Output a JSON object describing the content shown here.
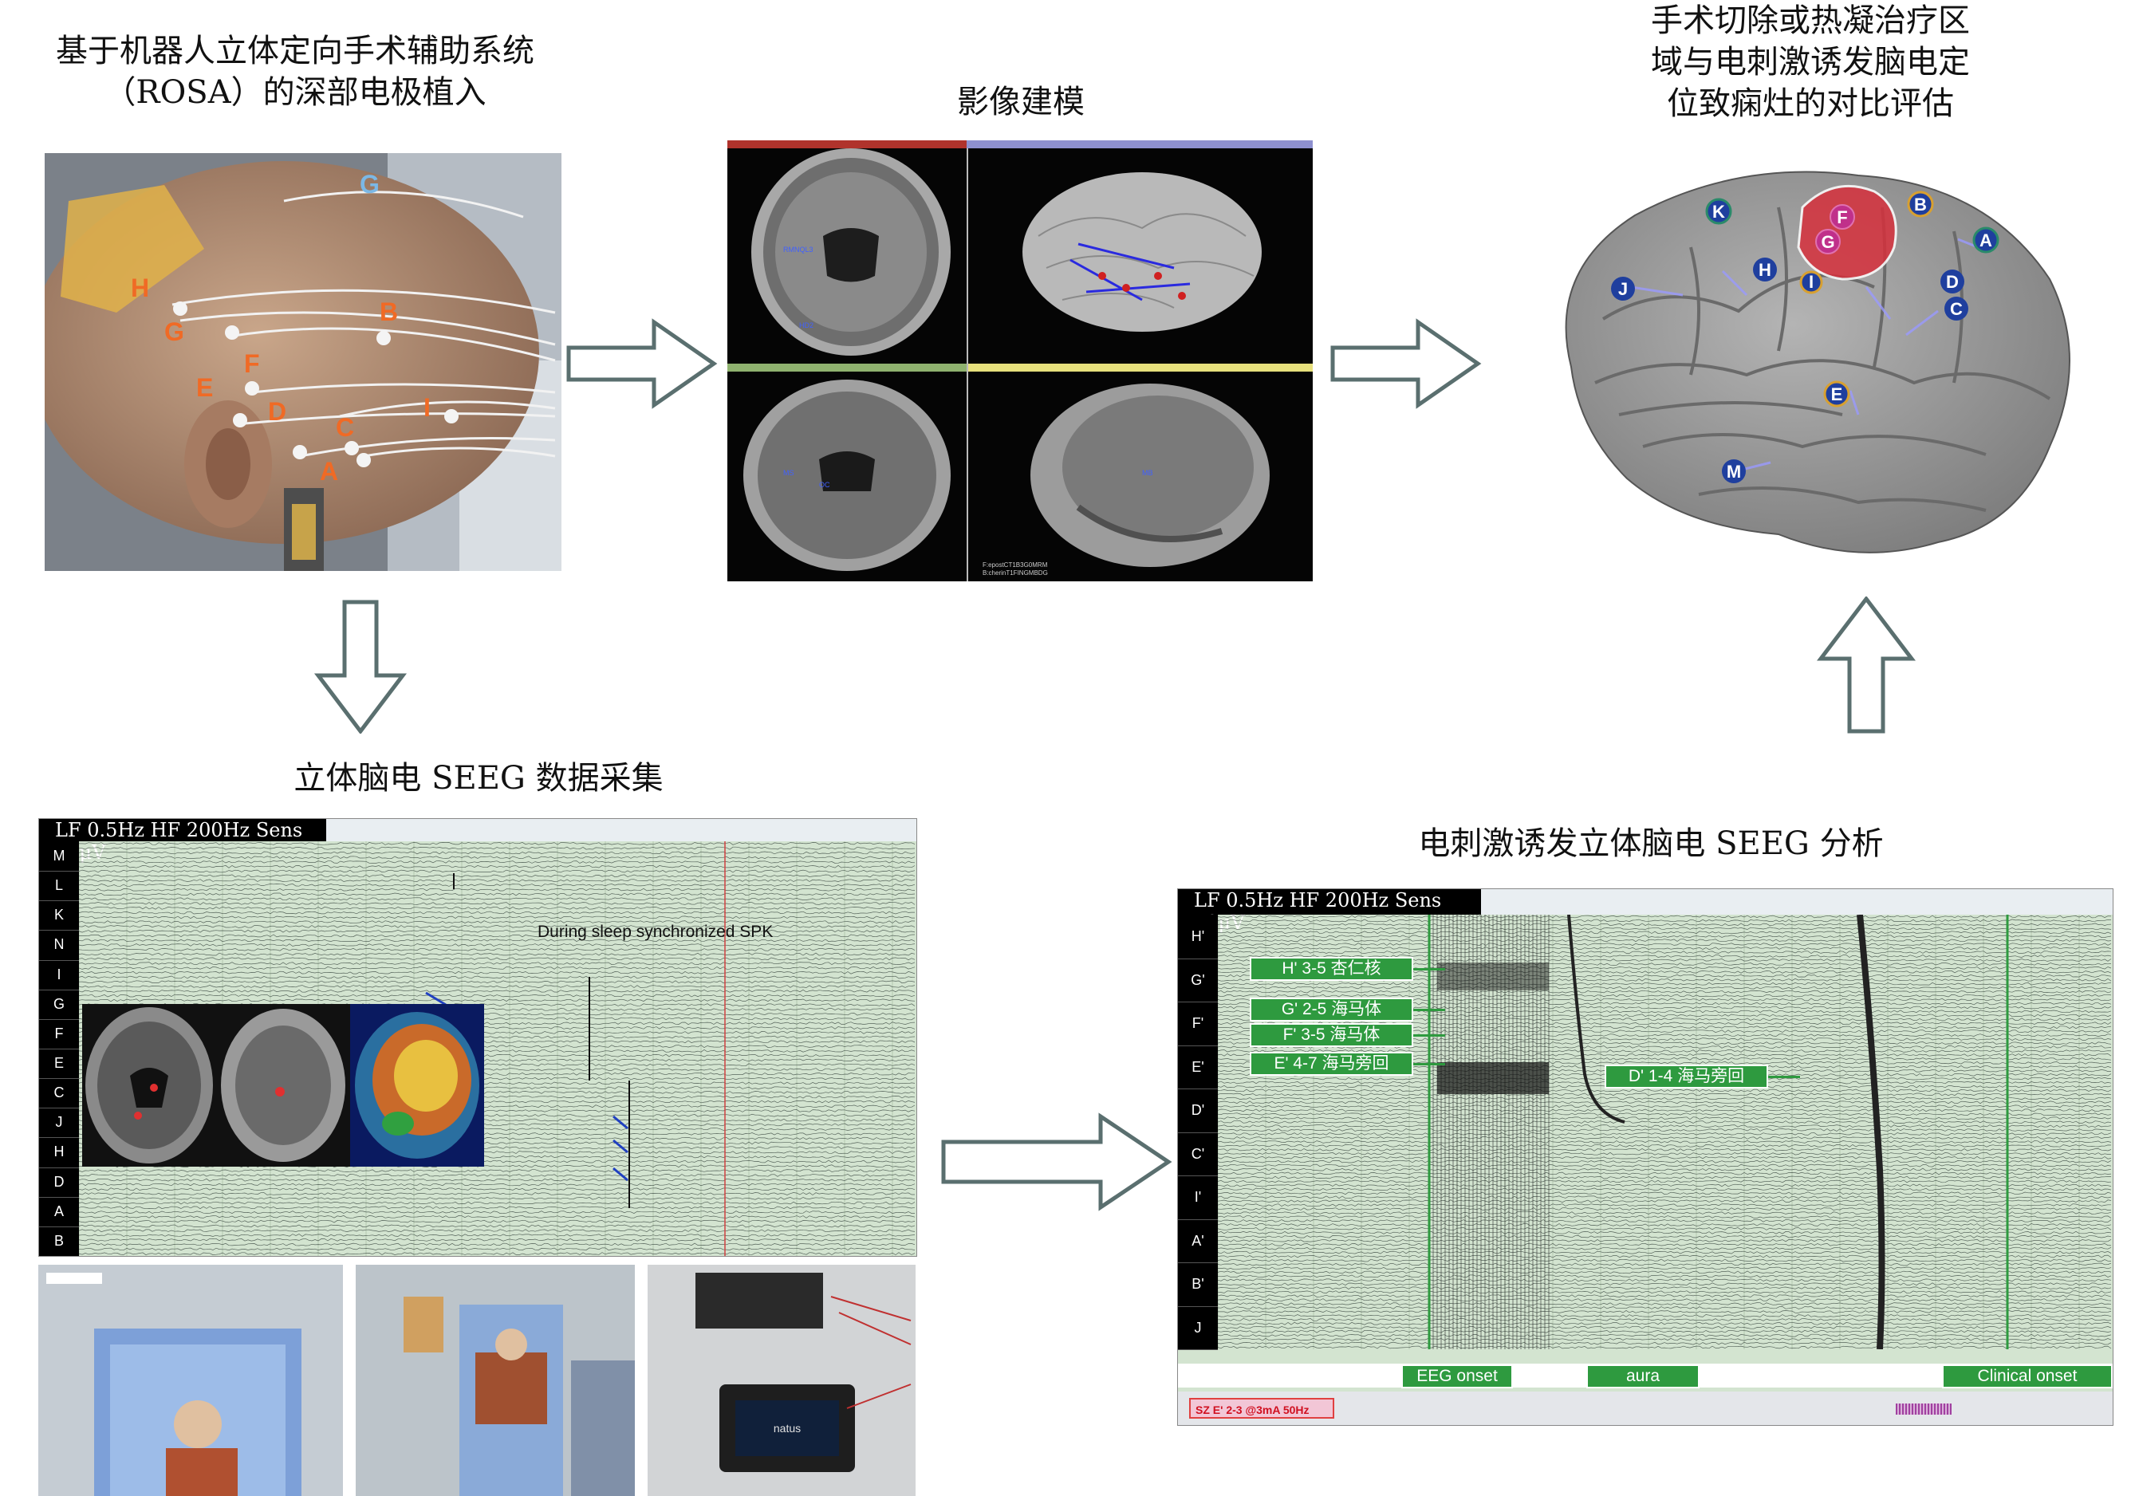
{
  "titles": {
    "rosa": "基于机器人立体定向手术辅助系统（ROSA）的深部电极植入",
    "rosa_line1": "基于机器人立体定向手术辅助系统",
    "rosa_line2": "（ROSA）的深部电极植入",
    "imaging": "影像建模",
    "eval_line1": "手术切除或热凝治疗区",
    "eval_line2": "域与电刺激诱发脑电定",
    "eval_line3": "位致痫灶的对比评估",
    "seeg_collect": "立体脑电 SEEG 数据采集",
    "seeg_analysis": "电刺激诱发立体脑电 SEEG 分析"
  },
  "head_labels": [
    "G",
    "H",
    "G",
    "B",
    "F",
    "E",
    "D",
    "C",
    "I",
    "A"
  ],
  "brain_labels": [
    "K",
    "F",
    "G",
    "B",
    "A",
    "J",
    "H",
    "I",
    "D",
    "C",
    "E",
    "M"
  ],
  "colors": {
    "arrow_stroke": "#5a6f6f",
    "eeg_bg": "#d3e4d0",
    "green_box": "#2e9a3f",
    "lesion": "#d6303c",
    "electrode_blue": "#1a3a9a"
  },
  "eeg_left": {
    "header": "LF 0.5Hz  HF 200Hz Sens 70μV",
    "channels": [
      "M",
      "L",
      "K",
      "N",
      "I",
      "G",
      "F",
      "E",
      "C",
      "J",
      "H",
      "D",
      "A",
      "B"
    ],
    "annotation": "During sleep synchronized SPK"
  },
  "eeg_right": {
    "header": "LF 0.5Hz  HF 200Hz Sens 70μV",
    "channels": [
      "H'",
      "G'",
      "F'",
      "E'",
      "D'",
      "C'",
      "I'",
      "A'",
      "B'",
      "J"
    ],
    "labels": [
      "H' 3-5 杏仁核",
      "G' 2-5 海马体",
      "F' 3-5 海马体",
      "E' 4-7 海马旁回",
      "D' 1-4 海马旁回"
    ],
    "markers": [
      "EEG onset",
      "aura",
      "Clinical onset"
    ],
    "stim": "SZ E' 2-3 @3mA 50Hz"
  },
  "device_brand": "natus"
}
